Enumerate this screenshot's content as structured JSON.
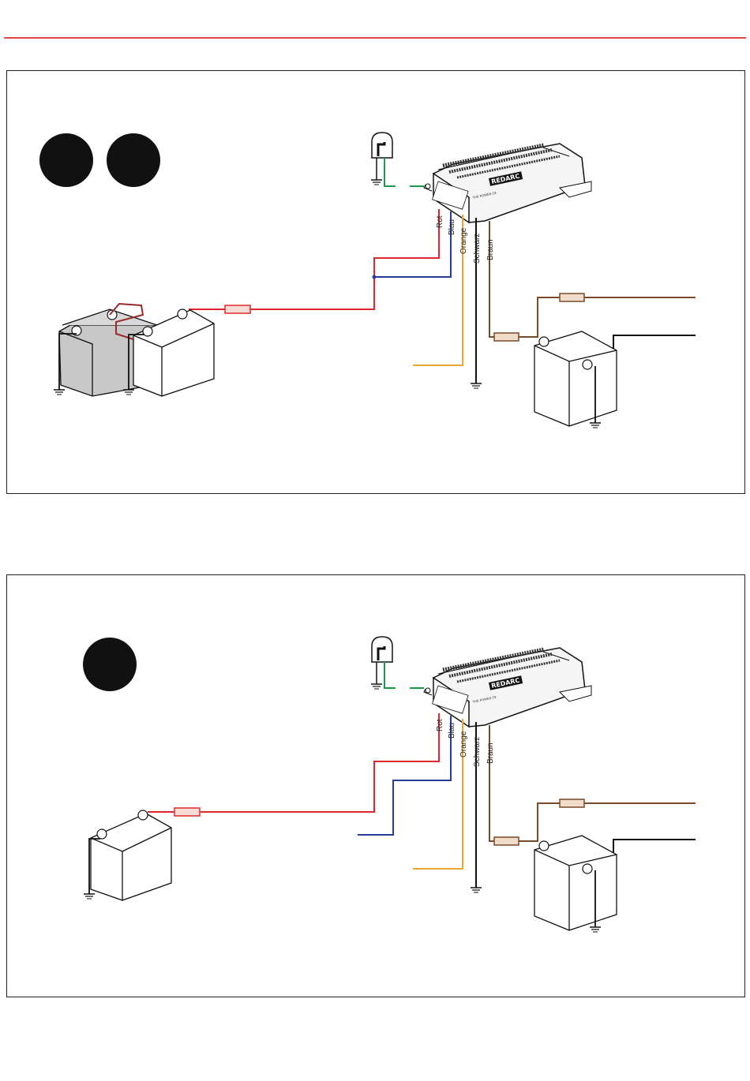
{
  "diagrams": [
    {
      "id": "top",
      "wire_labels": {
        "red": "Rot",
        "blue": "Blau",
        "orange": "Orange",
        "black": "Schwarz",
        "brown": "Braun"
      },
      "device_brand": "REDARC",
      "colors": {
        "red": "#e0262c",
        "blue": "#253b95",
        "orange": "#efa533",
        "black": "#111111",
        "brown": "#7a4a2a",
        "green": "#1b9a4a"
      },
      "badges": 2
    },
    {
      "id": "bottom",
      "wire_labels": {
        "red": "Rot",
        "blue": "Blau",
        "orange": "Orange",
        "black": "Schwarz",
        "brown": "Braun"
      },
      "device_brand": "REDARC",
      "colors": {
        "red": "#e0262c",
        "blue": "#253b95",
        "orange": "#efa533",
        "black": "#111111",
        "brown": "#7a4a2a",
        "green": "#1b9a4a"
      },
      "badges": 1
    }
  ]
}
